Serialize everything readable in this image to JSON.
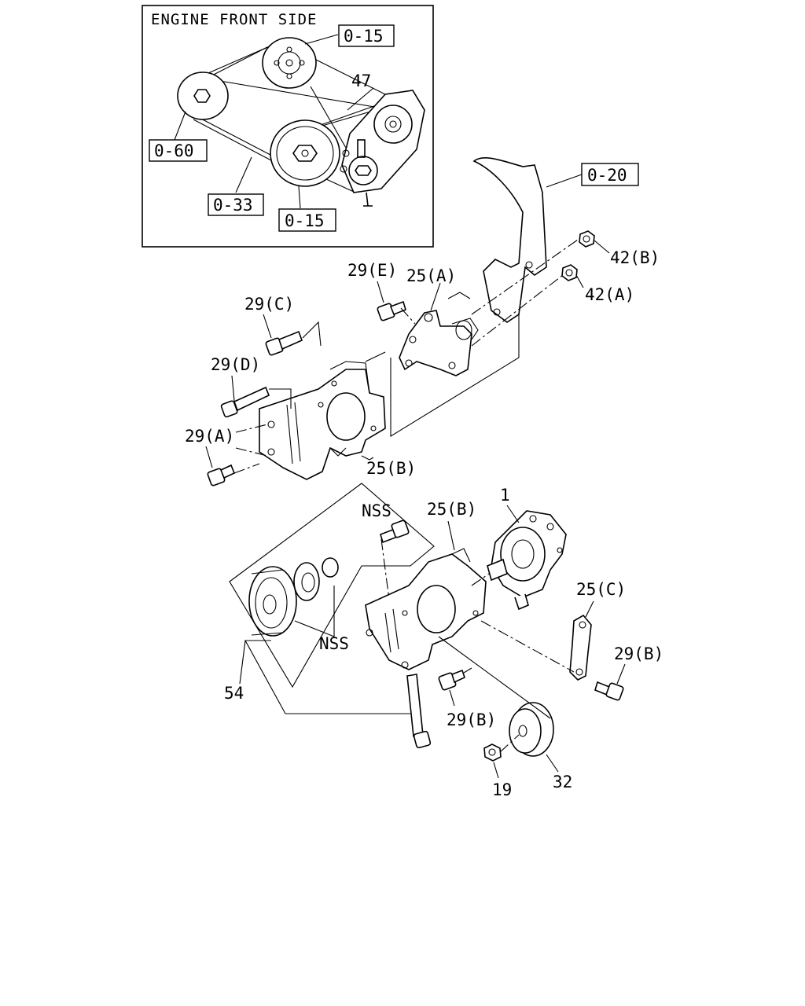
{
  "inset": {
    "title": "ENGINE FRONT SIDE",
    "refs": {
      "r015a": "0-15",
      "r060": "0-60",
      "r033": "0-33",
      "r015b": "0-15",
      "p47": "47"
    }
  },
  "refs": {
    "r020": "0-20"
  },
  "labels": {
    "l42b": "42(B)",
    "l42a": "42(A)",
    "l29e": "29(E)",
    "l25a": "25(A)",
    "l29c": "29(C)",
    "l29d": "29(D)",
    "l29a": "29(A)",
    "l25b_top": "25(B)",
    "lnss_top": "NSS",
    "l25b_mid": "25(B)",
    "l1": "1",
    "l25c": "25(C)",
    "lnss_bot": "NSS",
    "l29b_right": "29(B)",
    "l54": "54",
    "l29b_bot": "29(B)",
    "l19": "19",
    "l32": "32"
  }
}
